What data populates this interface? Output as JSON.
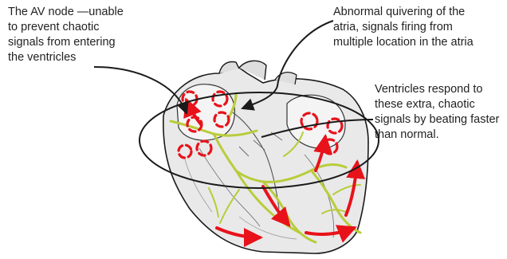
{
  "annotations": {
    "av_node": "The AV node —unable\nto prevent chaotic\nsignals from entering\nthe ventricles",
    "atria": "Abnormal quivering of the\natria, signals firing from\nmultiple location in the atria",
    "ventricles": "Ventricles respond to\nthese extra, chaotic\nsignals by beating faster\nthan normal."
  },
  "colors": {
    "signal_arrow": "#e8121b",
    "conduction_path": "#b9cc3a",
    "outline": "#1a1a1a"
  },
  "icons": [
    "heart-illustration",
    "circular-arrow-icon"
  ]
}
